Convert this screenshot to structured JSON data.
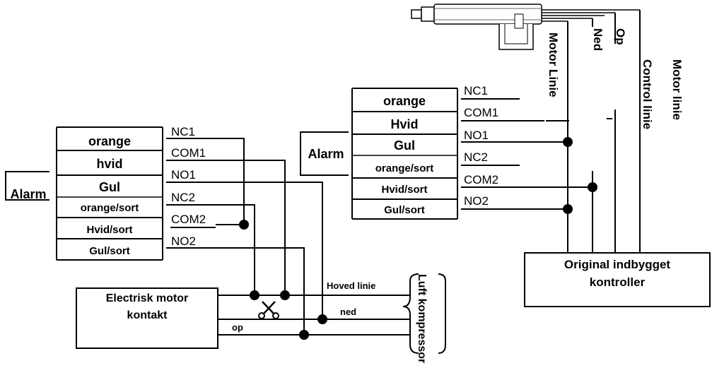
{
  "left_relay": {
    "alarm_label": "Alarm",
    "rows": [
      "orange",
      "hvid",
      "Gul",
      "orange/sort",
      "Hvid/sort",
      "Gul/sort"
    ],
    "pins": [
      "NC1",
      "COM1",
      "NO1",
      "NC2",
      "COM2",
      "NO2"
    ]
  },
  "right_relay": {
    "alarm_label": "Alarm",
    "rows": [
      "orange",
      "Hvid",
      "Gul",
      "orange/sort",
      "Hvid/sort",
      "Gul/sort"
    ],
    "pins": [
      "NC1",
      "COM1",
      "NO1",
      "NC2",
      "COM2",
      "NO2"
    ]
  },
  "motor_contact": {
    "line1": "Electrisk motor",
    "line2": "kontakt"
  },
  "controller": {
    "line1": "Original indbygget",
    "line2": "kontroller"
  },
  "wire_labels": {
    "hoved": "Hoved linie",
    "ned": "ned",
    "op": "op",
    "compressor": "Luft kompressor"
  },
  "vertical_labels": {
    "motor_linie_1": "Motor Linie",
    "ned": "Ned",
    "op": "Op",
    "control_linie": "Control linie",
    "motor_linie_2": "Motor linie"
  },
  "icons": {
    "scissors": "scissors-icon",
    "actuator": "actuator-icon"
  }
}
